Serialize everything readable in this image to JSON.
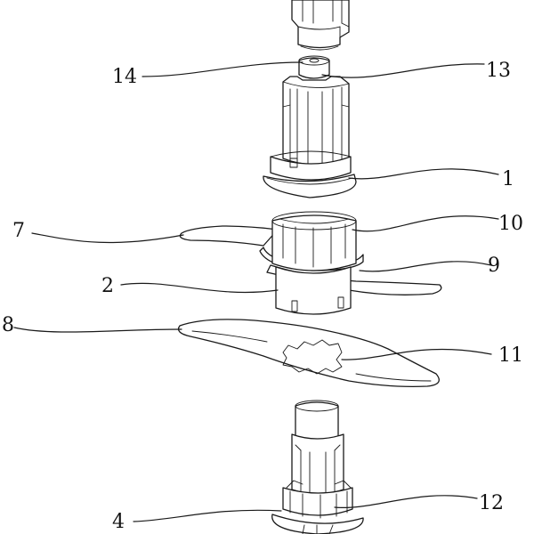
{
  "labels": {
    "l1": "1",
    "l2": "2",
    "l4": "4",
    "l7": "7",
    "l8": "8",
    "l9": "9",
    "l10": "10",
    "l11": "11",
    "l12": "12",
    "l13": "13",
    "l14": "14"
  }
}
